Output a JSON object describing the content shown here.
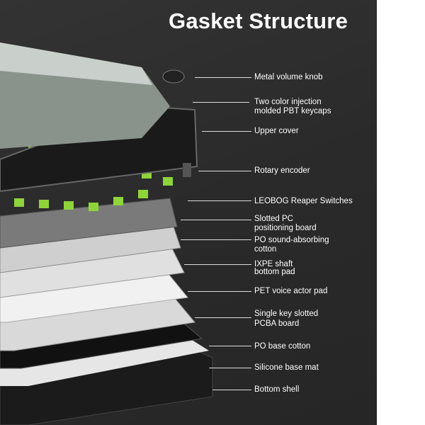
{
  "title": "Gasket Structure",
  "labels": [
    {
      "line1": "Metal volume knob",
      "line2": ""
    },
    {
      "line1": "Two color injection",
      "line2": "molded PBT keycaps"
    },
    {
      "line1": "Upper cover",
      "line2": ""
    },
    {
      "line1": "Rotary encoder",
      "line2": ""
    },
    {
      "line1": "LEOBOG Reaper Switches",
      "line2": ""
    },
    {
      "line1": "Slotted PC",
      "line2": "positioning board"
    },
    {
      "line1": "PO sound-absorbing",
      "line2": "cotton"
    },
    {
      "line1": "IXPE shaft",
      "line2": "bottom pad"
    },
    {
      "line1": "PET voice actor pad",
      "line2": ""
    },
    {
      "line1": "Single key slotted",
      "line2": "PCBA board"
    },
    {
      "line1": "PO base cotton",
      "line2": ""
    },
    {
      "line1": "Silicone base mat",
      "line2": ""
    },
    {
      "line1": "Bottom shell",
      "line2": ""
    }
  ],
  "colors": {
    "background": "#2b2b2b",
    "text": "#ffffff",
    "switch_green": "#8fd43a",
    "keycap_gray": "#8a928c",
    "keycap_light": "#c9cfcb"
  }
}
